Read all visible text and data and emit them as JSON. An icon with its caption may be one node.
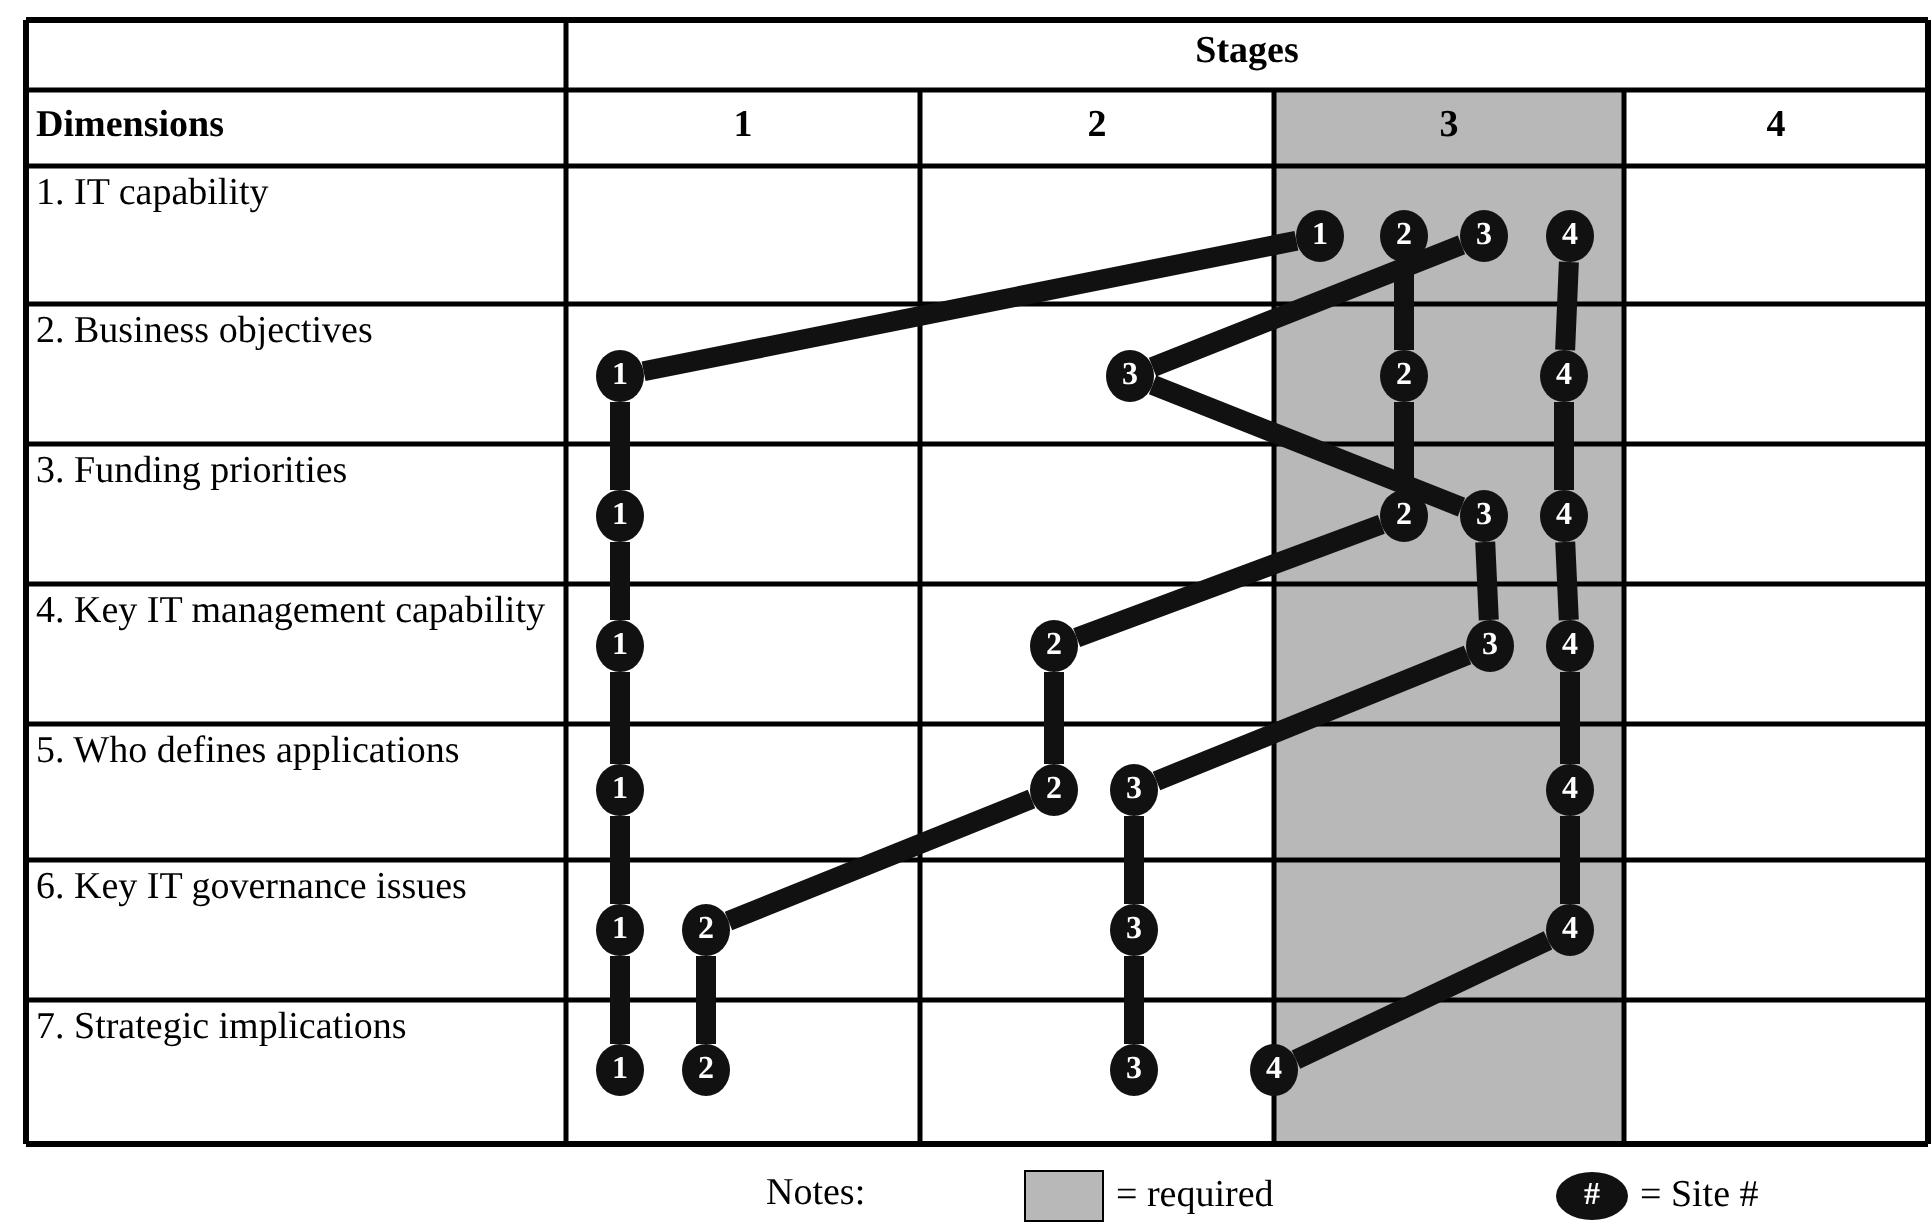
{
  "diagram": {
    "nodes": [
      {
        "text": [
          "1"
        ]
      },
      {
        "text": [
          "2"
        ]
      },
      {
        "text": [
          "3"
        ]
      },
      {
        "text": [
          "4"
        ]
      },
      {
        "text": [
          "1"
        ]
      },
      {
        "text": [
          "3"
        ]
      },
      {
        "text": [
          "2"
        ]
      },
      {
        "text": [
          "4"
        ]
      },
      {
        "text": [
          "1"
        ]
      },
      {
        "text": [
          "2"
        ]
      },
      {
        "text": [
          "3"
        ]
      },
      {
        "text": [
          "4"
        ]
      },
      {
        "text": [
          "1"
        ]
      },
      {
        "text": [
          "2"
        ]
      },
      {
        "text": [
          "3"
        ]
      },
      {
        "text": [
          "4"
        ]
      },
      {
        "text": [
          "1"
        ]
      },
      {
        "text": [
          "2"
        ]
      },
      {
        "text": [
          "3"
        ]
      },
      {
        "text": [
          "4"
        ]
      },
      {
        "text": [
          "1"
        ]
      },
      {
        "text": [
          "2"
        ]
      },
      {
        "text": [
          "3"
        ]
      },
      {
        "text": [
          "4"
        ]
      },
      {
        "text": [
          "1"
        ]
      },
      {
        "text": [
          "2"
        ]
      },
      {
        "text": [
          "3"
        ]
      },
      {
        "text": [
          "4"
        ]
      }
    ],
    "edges": [
      {
        "from": 0,
        "to": 4,
        "arrow": "none"
      },
      {
        "from": 4,
        "to": 8,
        "arrow": "none"
      },
      {
        "from": 8,
        "to": 12,
        "arrow": "none"
      },
      {
        "from": 12,
        "to": 16,
        "arrow": "none"
      },
      {
        "from": 16,
        "to": 20,
        "arrow": "none"
      },
      {
        "from": 20,
        "to": 24,
        "arrow": "none"
      },
      {
        "from": 1,
        "to": 6,
        "arrow": "none"
      },
      {
        "from": 6,
        "to": 9,
        "arrow": "none"
      },
      {
        "from": 9,
        "to": 13,
        "arrow": "none"
      },
      {
        "from": 13,
        "to": 17,
        "arrow": "none"
      },
      {
        "from": 17,
        "to": 21,
        "arrow": "none"
      },
      {
        "from": 21,
        "to": 25,
        "arrow": "none"
      },
      {
        "from": 2,
        "to": 5,
        "arrow": "none"
      },
      {
        "from": 5,
        "to": 10,
        "arrow": "none"
      },
      {
        "from": 10,
        "to": 14,
        "arrow": "none"
      },
      {
        "from": 14,
        "to": 18,
        "arrow": "none"
      },
      {
        "from": 18,
        "to": 22,
        "arrow": "none"
      },
      {
        "from": 22,
        "to": 26,
        "arrow": "none"
      },
      {
        "from": 3,
        "to": 7,
        "arrow": "none"
      },
      {
        "from": 7,
        "to": 11,
        "arrow": "none"
      },
      {
        "from": 11,
        "to": 15,
        "arrow": "none"
      },
      {
        "from": 15,
        "to": 19,
        "arrow": "none"
      },
      {
        "from": 19,
        "to": 23,
        "arrow": "none"
      },
      {
        "from": 23,
        "to": 27,
        "arrow": "none"
      }
    ],
    "labels": [
      "Stages",
      "Dimensions",
      "1",
      "2",
      "3",
      "4",
      "1. IT capability",
      "2. Business objectives",
      "3. Funding priorities",
      "4. Key IT management capability",
      "5. Who defines applications",
      "6. Key IT governance issues",
      "7. Strategic implications",
      "Notes:",
      "#"
    ],
    "legend": [
      {
        "text": "= required",
        "color": "#b8b8b8"
      },
      {
        "text": "= Site #"
      }
    ]
  }
}
